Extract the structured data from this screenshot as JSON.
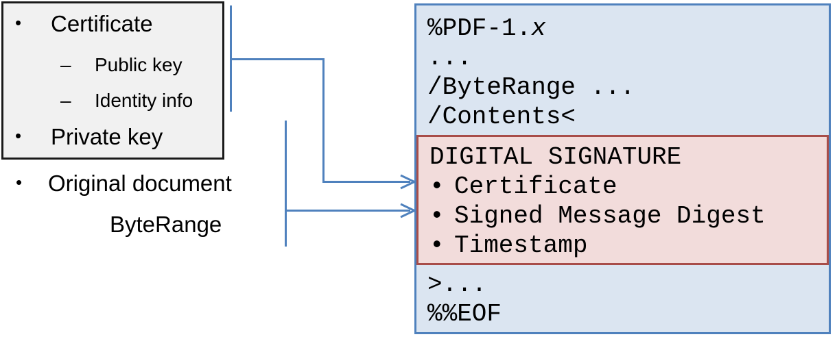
{
  "glyphs": {
    "bullet": "•",
    "dash": "–"
  },
  "left_panel": {
    "box_items": [
      {
        "label": "Certificate",
        "level": 1
      },
      {
        "label": "Public key",
        "level": 2
      },
      {
        "label": "Identity info",
        "level": 2
      },
      {
        "label": "Private key",
        "level": 1
      }
    ],
    "outside_items": [
      {
        "label": "Original document",
        "level": 1
      },
      {
        "label": "ByteRange",
        "level": 0
      }
    ]
  },
  "pdf_box": {
    "header": {
      "prefix": "%PDF-1.",
      "variable": "x"
    },
    "line_ellipsis": "...",
    "line_byterange": "/ByteRange ...",
    "line_contents": "/Contents<",
    "signature": {
      "title": "DIGITAL SIGNATURE",
      "items": [
        "Certificate",
        "Signed Message Digest",
        "Timestamp"
      ]
    },
    "line_close": ">...",
    "line_eof": "%%EOF"
  },
  "colors": {
    "accent_blue": "#4f81bd",
    "blue_fill": "#dbe5f1",
    "red_border": "#a84d49",
    "red_fill": "#f2dcdb",
    "box_border": "#1a1a1a",
    "box_fill": "#f1f1f1",
    "text": "#000000"
  }
}
